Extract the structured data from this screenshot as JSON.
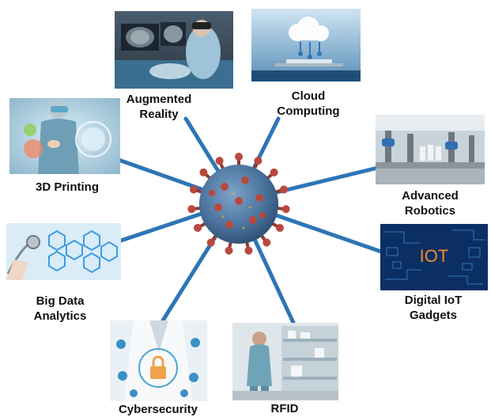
{
  "center": {
    "icon": "coronavirus-icon"
  },
  "colors": {
    "spoke": "#2E75B6",
    "label": "#111111"
  },
  "nodes": [
    {
      "key": "augmented_reality",
      "label": "Augmented\nReality",
      "image": "surgeon-vr-headset-image"
    },
    {
      "key": "cloud_computing",
      "label": "Cloud\nComputing",
      "image": "cloud-laptop-image"
    },
    {
      "key": "advanced_robotics",
      "label": "Advanced\nRobotics",
      "image": "robot-arms-factory-image"
    },
    {
      "key": "digital_iot_gadgets",
      "label": "Digital IoT\nGadgets",
      "image": "iot-circuit-image",
      "image_text": "IOT"
    },
    {
      "key": "rfid",
      "label": "RFID",
      "image": "nurse-supply-room-image"
    },
    {
      "key": "cybersecurity",
      "label": "Cybersecurity",
      "image": "doctor-padlock-icons-image"
    },
    {
      "key": "big_data_analytics",
      "label": "Big Data\nAnalytics",
      "image": "stethoscope-hexagons-image"
    },
    {
      "key": "3d_printing",
      "label": "3D Printing",
      "image": "surgeon-hologram-image"
    }
  ]
}
